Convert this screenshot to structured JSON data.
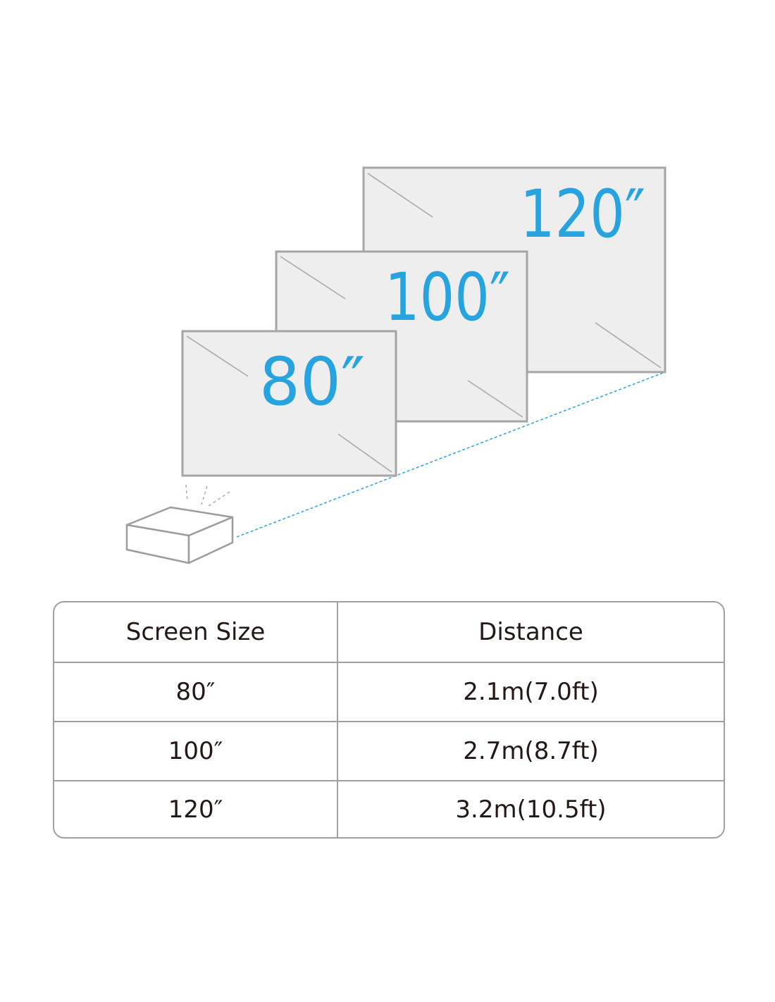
{
  "screens": [
    {
      "label": "80″"
    },
    {
      "label": "100″"
    },
    {
      "label": "120″"
    }
  ],
  "colors": {
    "accent": "#27a4e0",
    "screen_fill": "#eeeeee",
    "outline": "#a5a5a5",
    "text": "#231815"
  },
  "table": {
    "headers": {
      "size": "Screen Size",
      "distance": "Distance"
    },
    "rows": [
      {
        "size": "80″",
        "distance": "2.1m(7.0ft)"
      },
      {
        "size": "100″",
        "distance": "2.7m(8.7ft)"
      },
      {
        "size": "120″",
        "distance": "3.2m(10.5ft)"
      }
    ]
  }
}
